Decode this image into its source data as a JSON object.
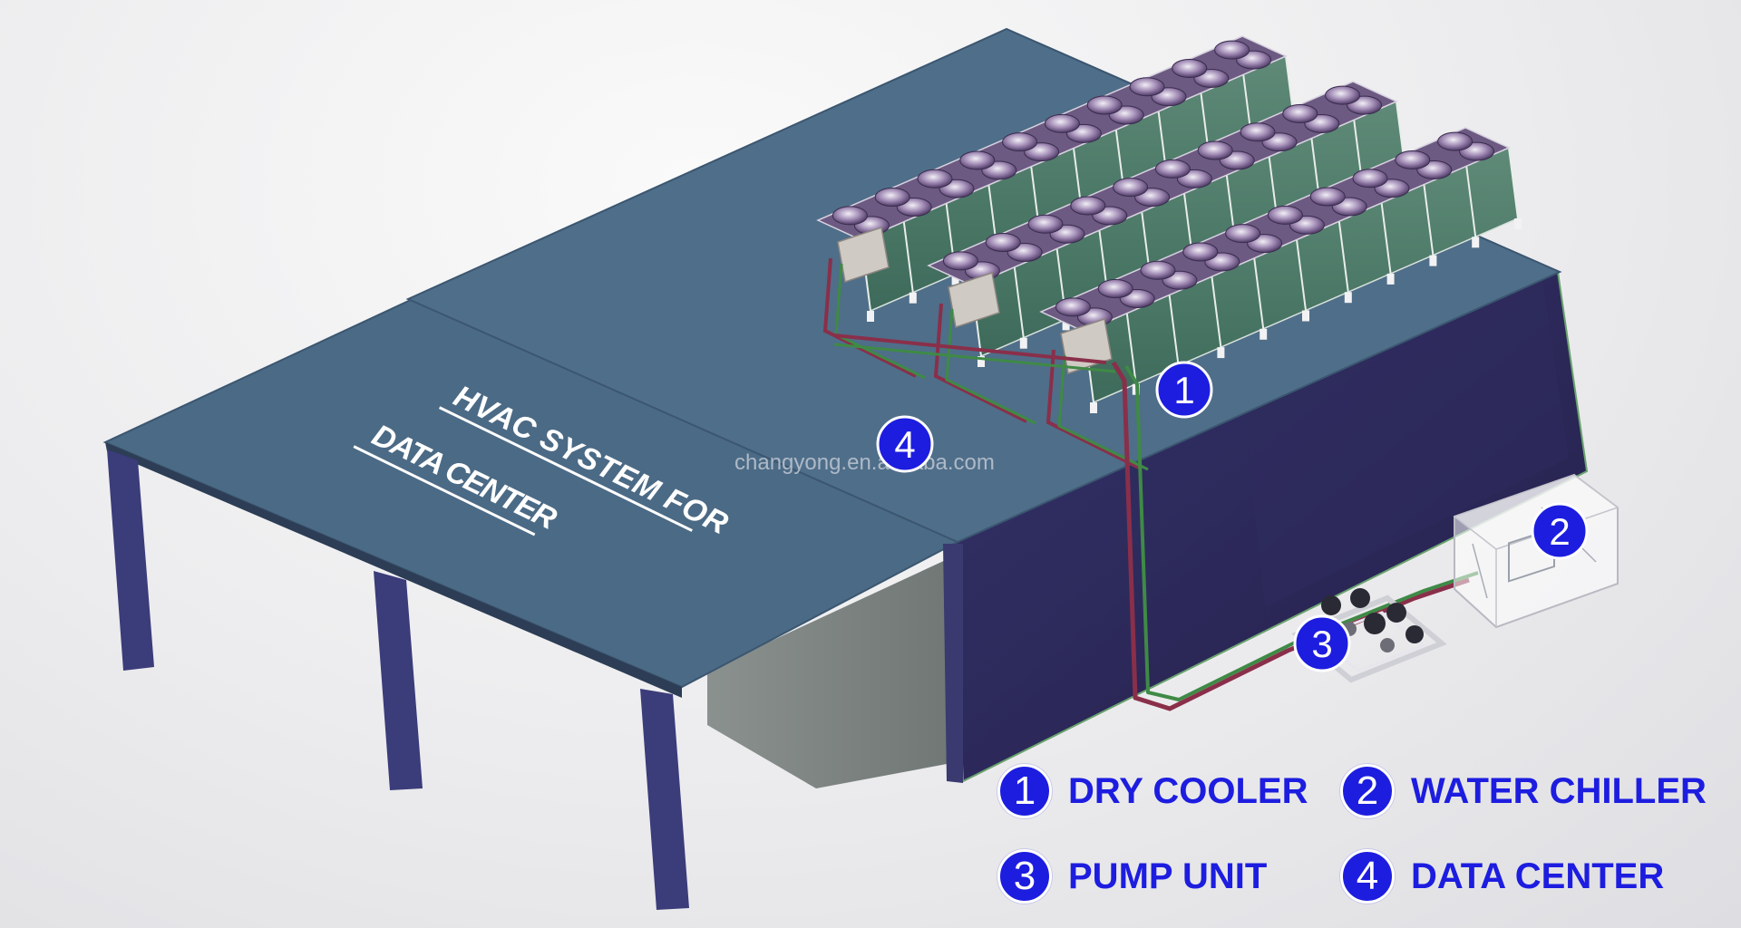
{
  "roof_title": {
    "line1": "HVAC SYSTEM FOR",
    "line2": "DATA CENTER"
  },
  "watermark": "changyong.en.alibaba.com",
  "markers": [
    {
      "id": "marker-1",
      "number": "1"
    },
    {
      "id": "marker-2",
      "number": "2"
    },
    {
      "id": "marker-3",
      "number": "3"
    },
    {
      "id": "marker-4",
      "number": "4"
    }
  ],
  "legend": [
    {
      "number": "1",
      "label": "DRY COOLER"
    },
    {
      "number": "2",
      "label": "WATER CHILLER"
    },
    {
      "number": "3",
      "label": "PUMP UNIT"
    },
    {
      "number": "4",
      "label": "DATA CENTER"
    }
  ],
  "colors": {
    "marker_blue": "#1d1de0",
    "roof": "#4d6b86",
    "wall": "#2b2a55",
    "pipe_red": "#8a2f4a",
    "pipe_green": "#3f8a46"
  }
}
